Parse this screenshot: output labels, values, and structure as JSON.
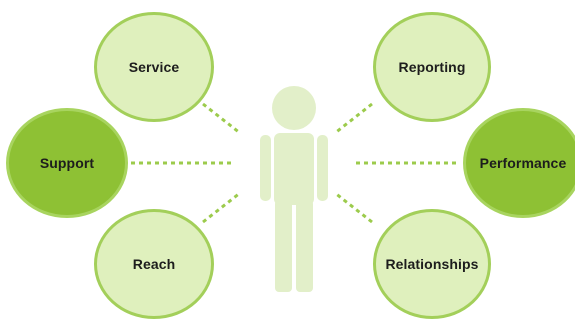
{
  "diagram": {
    "nodes": {
      "service": "Service",
      "support": "Support",
      "reach": "Reach",
      "reporting": "Reporting",
      "performance": "Performance",
      "relationships": "Relationships"
    },
    "colors": {
      "light_fill": "#dff0bd",
      "light_border": "#a3cf5a",
      "dark_fill": "#8ec134",
      "figure": "#e2efc9",
      "connector": "#9ccb4c"
    },
    "center_icon": "person-icon"
  }
}
